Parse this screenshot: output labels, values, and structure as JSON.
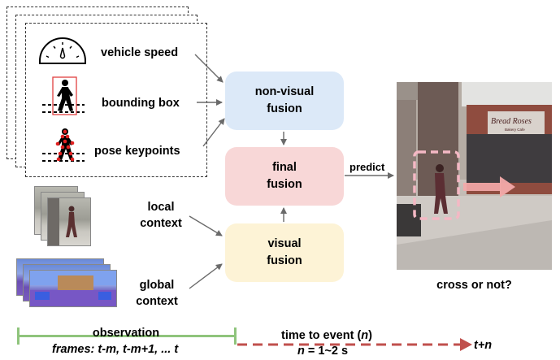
{
  "inputs": {
    "speed_label": "vehicle speed",
    "bbox_label": "bounding box",
    "pose_label": "pose keypoints",
    "local_label_1": "local",
    "local_label_2": "context",
    "global_label_1": "global",
    "global_label_2": "context"
  },
  "fusion": {
    "nonvisual_1": "non-visual",
    "nonvisual_2": "fusion",
    "final_1": "final",
    "final_2": "fusion",
    "visual_1": "visual",
    "visual_2": "fusion"
  },
  "output": {
    "predict_label": "predict",
    "question": "cross or not?",
    "sign_line1": "Bread   Roses",
    "sign_line2": "Bakery Cafe"
  },
  "timeline": {
    "observation": "observation",
    "frames_prefix": "frames: ",
    "frames_t1": "t-m",
    "frames_sep1": ", ",
    "frames_t2": "t-m",
    "frames_t2_suffix": "+1, ... ",
    "frames_t3": "t",
    "tte_prefix": "time to event (",
    "tte_n": "n",
    "tte_suffix": ")",
    "n_var": "n",
    "n_range": " = 1~2 s",
    "end_label": "t+n"
  },
  "colors": {
    "nonvisual_fill": "#dce9f8",
    "final_fill": "#f8d7d7",
    "visual_fill": "#fdf3d6",
    "observation_line": "#8fc47c",
    "event_arrow": "#c0504d",
    "focus_box": "#f4b8c4"
  }
}
